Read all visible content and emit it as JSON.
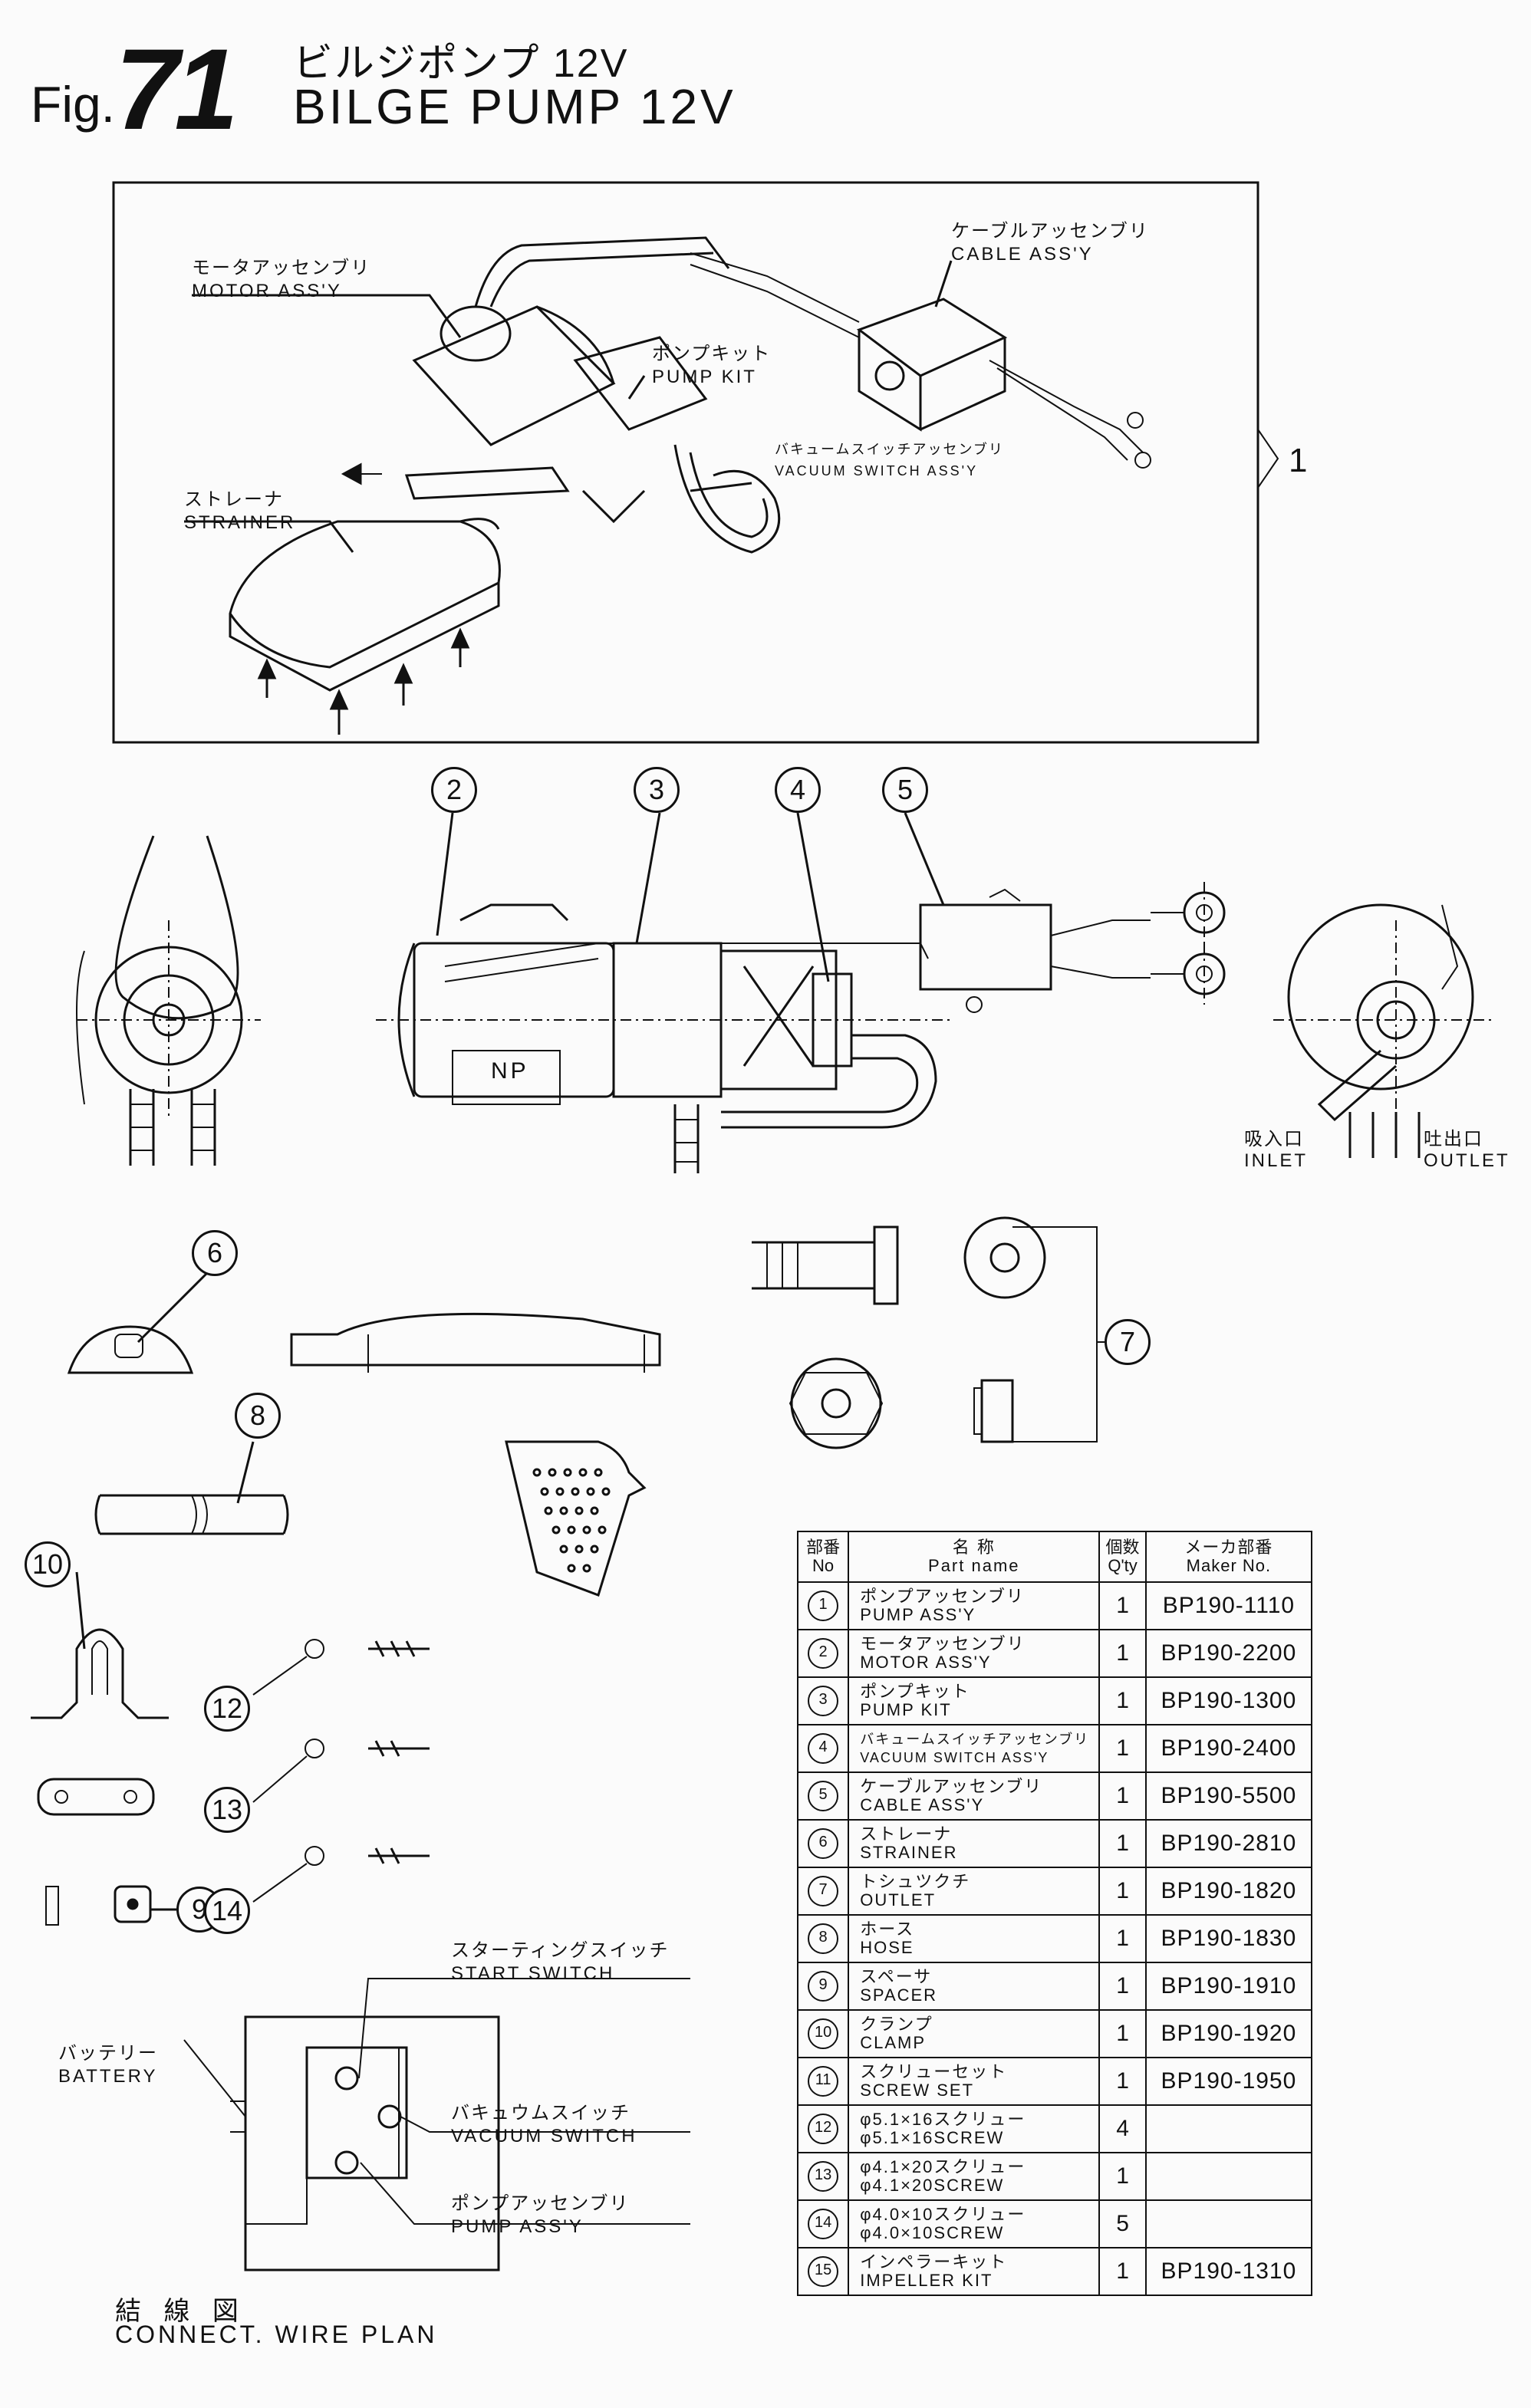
{
  "header": {
    "fig_label": "Fig.",
    "fig_number": "71",
    "title_jp": "ビルジポンプ 12V",
    "title_en": "BILGE PUMP 12V"
  },
  "assembly_view": {
    "cable_jp": "ケーブルアッセンブリ",
    "cable_en": "CABLE ASS'Y",
    "motor_jp": "モータアッセンブリ",
    "motor_en": "MOTOR ASS'Y",
    "pumpkit_jp": "ポンプキット",
    "pumpkit_en": "PUMP KIT",
    "vacuum_jp": "バキュームスイッチアッセンブリ",
    "vacuum_en": "VACUUM SWITCH ASS'Y",
    "strainer_jp": "ストレーナ",
    "strainer_en": "STRAINER",
    "ref_1": "1"
  },
  "callouts": {
    "c2": "2",
    "c3": "3",
    "c4": "4",
    "c5": "5",
    "c6": "6",
    "c7": "7",
    "c8": "8",
    "c9": "9",
    "c10": "10",
    "c12": "12",
    "c13": "13",
    "c14": "14"
  },
  "views": {
    "np_plate": "NP",
    "inlet_jp": "吸入口",
    "inlet_en": "INLET",
    "outlet_jp": "吐出口",
    "outlet_en": "OUTLET"
  },
  "wiring": {
    "start_jp": "スターティングスイッチ",
    "start_en": "START SWITCH",
    "battery_jp": "バッテリー",
    "battery_en": "BATTERY",
    "vacuum_jp": "バキュウムスイッチ",
    "vacuum_en": "VACUUM SWITCH",
    "pump_jp": "ポンプアッセンブリ",
    "pump_en": "PUMP ASS'Y",
    "plan_jp": "結 線 図",
    "plan_en": "CONNECT. WIRE PLAN"
  },
  "parts_table": {
    "headers": {
      "no_jp": "部番",
      "no_en": "No",
      "name_jp": "名 称",
      "name_en": "Part name",
      "qty_jp": "個数",
      "qty_en": "Q'ty",
      "maker_jp": "メーカ部番",
      "maker_en": "Maker No."
    },
    "rows": [
      {
        "no": "1",
        "name_jp": "ポンプアッセンブリ",
        "name_en": "PUMP ASS'Y",
        "qty": "1",
        "maker": "BP190-1110"
      },
      {
        "no": "2",
        "name_jp": "モータアッセンブリ",
        "name_en": "MOTOR ASS'Y",
        "qty": "1",
        "maker": "BP190-2200"
      },
      {
        "no": "3",
        "name_jp": "ポンプキット",
        "name_en": "PUMP KIT",
        "qty": "1",
        "maker": "BP190-1300"
      },
      {
        "no": "4",
        "name_jp": "バキュームスイッチアッセンブリ",
        "name_en": "VACUUM SWITCH ASS'Y",
        "qty": "1",
        "maker": "BP190-2400"
      },
      {
        "no": "5",
        "name_jp": "ケーブルアッセンブリ",
        "name_en": "CABLE ASS'Y",
        "qty": "1",
        "maker": "BP190-5500"
      },
      {
        "no": "6",
        "name_jp": "ストレーナ",
        "name_en": "STRAINER",
        "qty": "1",
        "maker": "BP190-2810"
      },
      {
        "no": "7",
        "name_jp": "トシュツクチ",
        "name_en": "OUTLET",
        "qty": "1",
        "maker": "BP190-1820"
      },
      {
        "no": "8",
        "name_jp": "ホース",
        "name_en": "HOSE",
        "qty": "1",
        "maker": "BP190-1830"
      },
      {
        "no": "9",
        "name_jp": "スペーサ",
        "name_en": "SPACER",
        "qty": "1",
        "maker": "BP190-1910"
      },
      {
        "no": "10",
        "name_jp": "クランプ",
        "name_en": "CLAMP",
        "qty": "1",
        "maker": "BP190-1920"
      },
      {
        "no": "11",
        "name_jp": "スクリューセット",
        "name_en": "SCREW SET",
        "qty": "1",
        "maker": "BP190-1950"
      },
      {
        "no": "12",
        "name_jp": "φ5.1×16スクリュー",
        "name_en": "φ5.1×16SCREW",
        "qty": "4",
        "maker": ""
      },
      {
        "no": "13",
        "name_jp": "φ4.1×20スクリュー",
        "name_en": "φ4.1×20SCREW",
        "qty": "1",
        "maker": ""
      },
      {
        "no": "14",
        "name_jp": "φ4.0×10スクリュー",
        "name_en": "φ4.0×10SCREW",
        "qty": "5",
        "maker": ""
      },
      {
        "no": "15",
        "name_jp": "インペラーキット",
        "name_en": "IMPELLER KIT",
        "qty": "1",
        "maker": "BP190-1310"
      }
    ]
  }
}
